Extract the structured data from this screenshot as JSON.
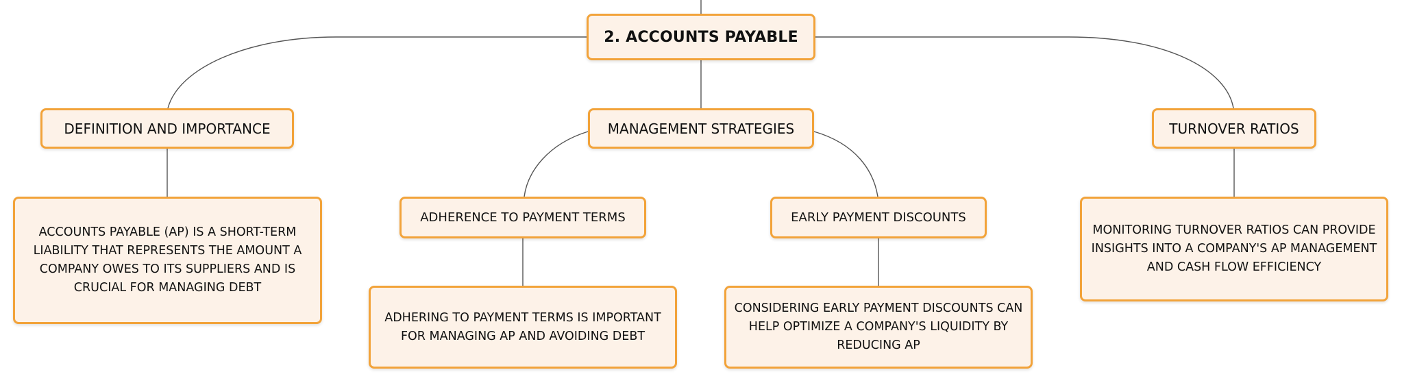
{
  "root": {
    "label": "2. ACCOUNTS PAYABLE"
  },
  "branches": {
    "definition": {
      "label": "DEFINITION AND IMPORTANCE",
      "detail": "ACCOUNTS PAYABLE (AP) IS A SHORT-TERM LIABILITY THAT REPRESENTS THE AMOUNT A COMPANY OWES TO ITS SUPPLIERS AND IS CRUCIAL FOR MANAGING DEBT"
    },
    "management": {
      "label": "MANAGEMENT STRATEGIES",
      "children": {
        "adherence": {
          "label": "ADHERENCE TO PAYMENT TERMS",
          "detail": "ADHERING TO PAYMENT TERMS IS IMPORTANT FOR MANAGING AP AND AVOIDING DEBT"
        },
        "early_discounts": {
          "label": "EARLY PAYMENT DISCOUNTS",
          "detail": "CONSIDERING EARLY PAYMENT DISCOUNTS CAN HELP OPTIMIZE A COMPANY'S LIQUIDITY BY REDUCING AP"
        }
      }
    },
    "turnover": {
      "label": "TURNOVER RATIOS",
      "detail": "MONITORING TURNOVER RATIOS CAN PROVIDE INSIGHTS INTO A COMPANY'S AP MANAGEMENT AND CASH FLOW EFFICIENCY"
    }
  },
  "colors": {
    "node_fill": "#fdf2e8",
    "node_border": "#f2a33a",
    "connector": "#555555",
    "text": "#111111"
  }
}
